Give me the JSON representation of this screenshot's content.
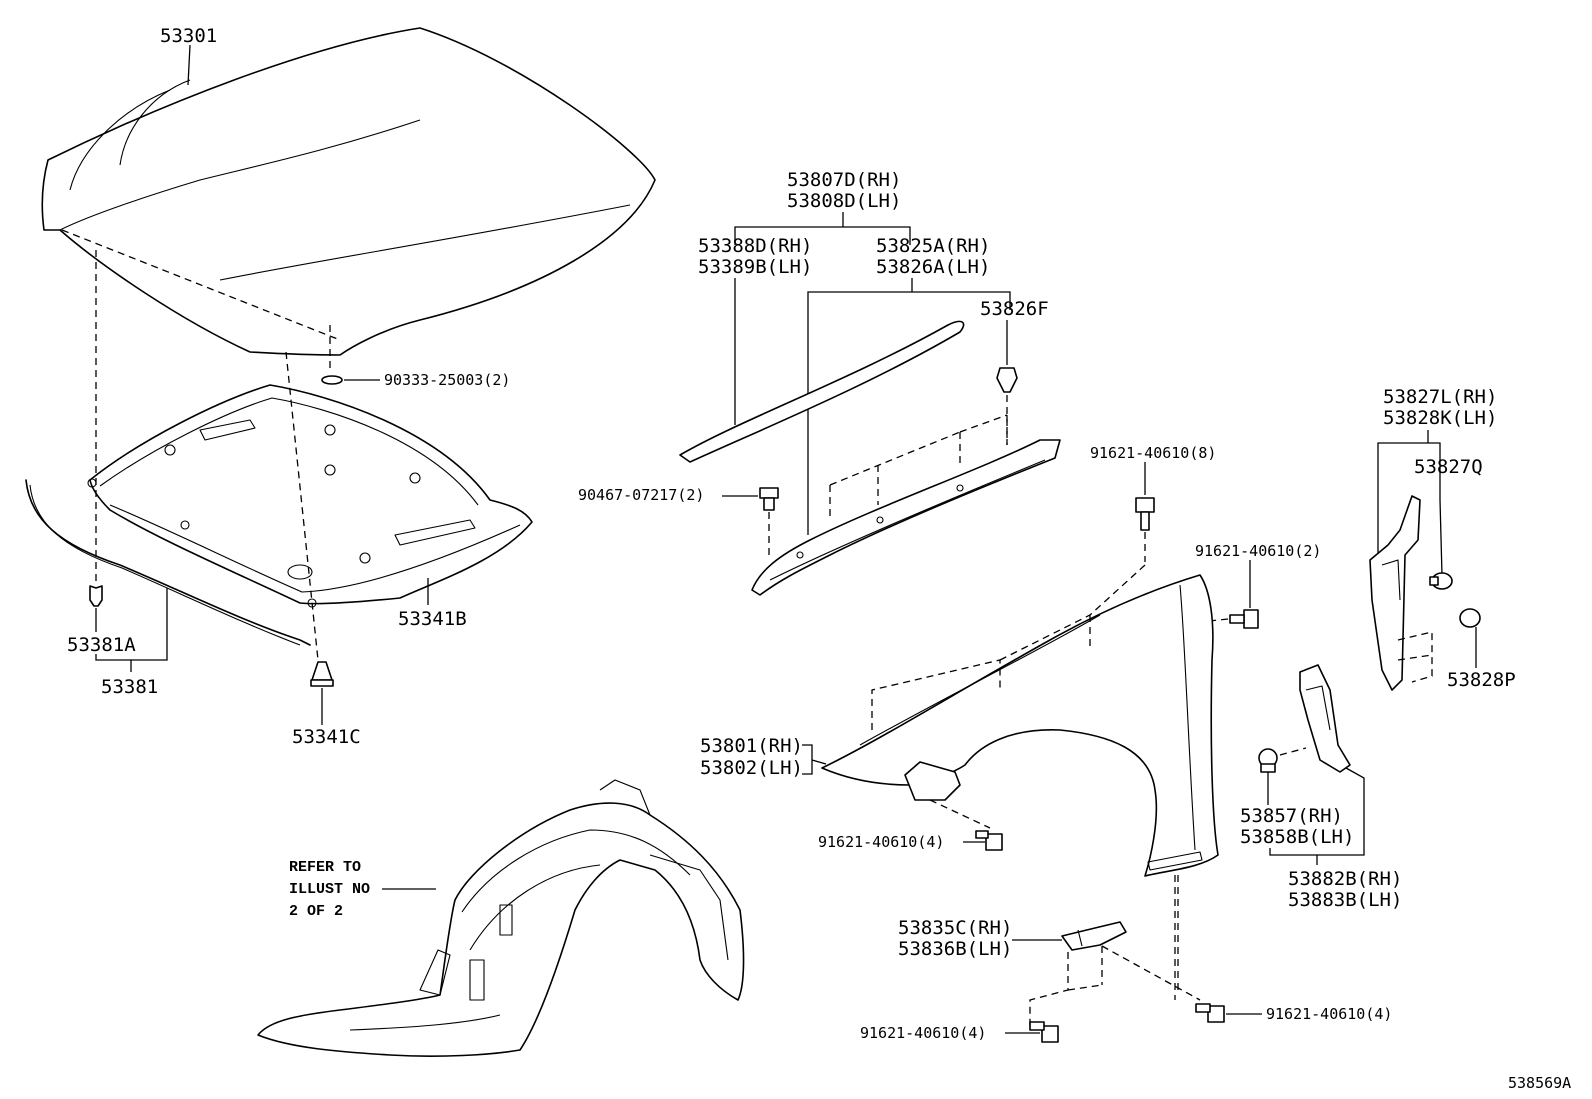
{
  "labels": {
    "hood": "53301",
    "hood_cushion": "90333-25003(2)",
    "hood_insulator": "53341B",
    "insulator_clip": "53341C",
    "hood_seal": "53381",
    "seal_clip": "53381A",
    "seal_assy_rh": "53807D(RH)",
    "seal_assy_lh": "53808D(LH)",
    "seal_upper_rh": "53388D(RH)",
    "seal_upper_lh": "53389B(LH)",
    "seal_lower_rh": "53825A(RH)",
    "seal_lower_lh": "53826A(LH)",
    "seal_clip_f": "53826F",
    "screw_90467": "90467-07217(2)",
    "bolt_8": "91621-40610(8)",
    "bolt_2": "91621-40610(2)",
    "bracket_rh": "53827L(RH)",
    "bracket_lh": "53828K(LH)",
    "clip_q": "53827Q",
    "clip_p": "53828P",
    "fender_rh": "53801(RH)",
    "fender_lh": "53802(LH)",
    "bolt_4a": "91621-40610(4)",
    "liner_seal_rh": "53857(RH)",
    "liner_seal_lh": "53858B(LH)",
    "protector_rh": "53882B(RH)",
    "protector_lh": "53883B(LH)",
    "refer_1": "REFER TO",
    "refer_2": "ILLUST NO",
    "refer_3": "2 OF 2",
    "fender_bracket_rh": "53835C(RH)",
    "fender_bracket_lh": "53836B(LH)",
    "bolt_4b": "91621-40610(4)",
    "bolt_4c": "91621-40610(4)",
    "diagram_id": "538569A"
  }
}
